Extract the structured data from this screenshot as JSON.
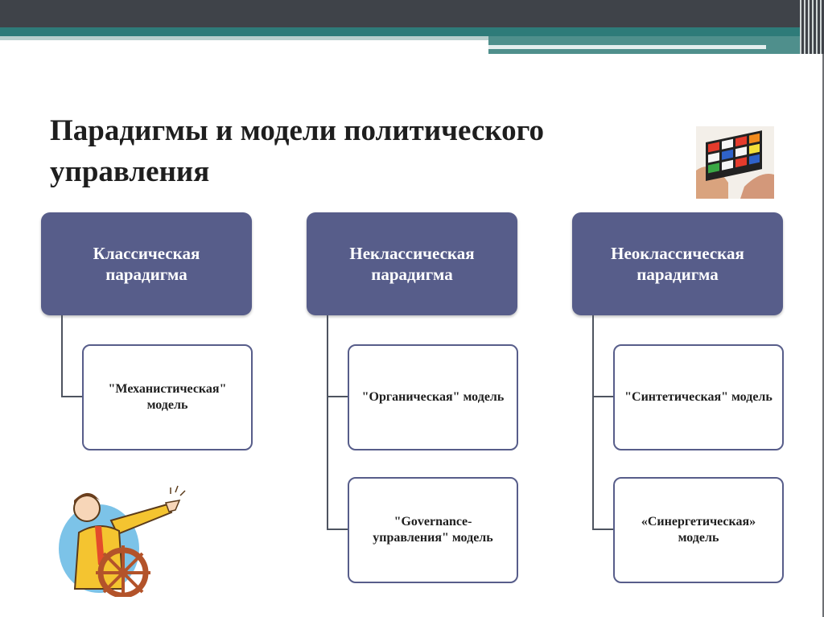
{
  "title": "Парадигмы и модели политического управления",
  "colors": {
    "box_fill": "#575d8a",
    "box_text": "#ffffff",
    "model_border": "#575d8a",
    "band_dark": "#3f4349",
    "band_teal": "#2e7b79"
  },
  "paradigms": [
    {
      "label": "Классическая парадигма",
      "models": [
        "\"Механистическая\" модель"
      ]
    },
    {
      "label": "Неклассическая парадигма",
      "models": [
        "\"Органическая\" модель",
        "\"Governance-управления\" модель"
      ]
    },
    {
      "label": "Неоклассическая парадигма",
      "models": [
        "\"Синтетическая\" модель",
        "«Синергетическая» модель"
      ]
    }
  ],
  "images": {
    "top_right": "rubiks-cube-hands-image",
    "bottom_left": "captain-steering-wheel-image"
  }
}
